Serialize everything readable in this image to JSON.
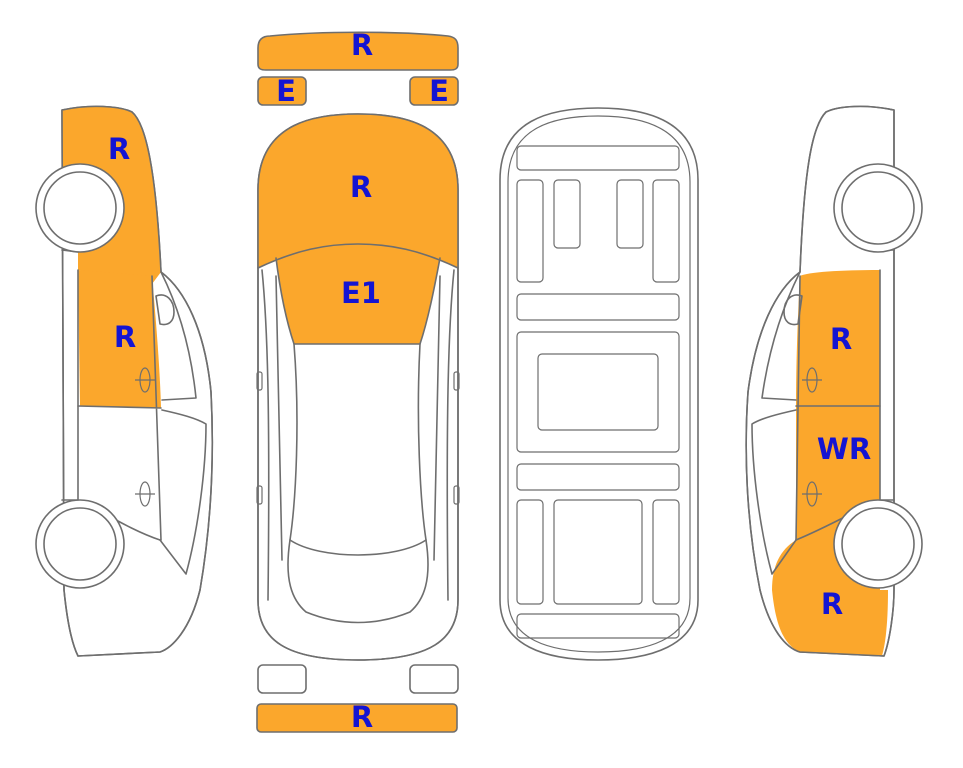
{
  "colors": {
    "damage_fill": "#fba72c",
    "label_text": "#1414d2",
    "outline": "#6e6e6e"
  },
  "labels": {
    "front_bumper": "R",
    "left_mirror": "E",
    "right_mirror": "E",
    "hood": "R",
    "windshield": "E1",
    "rear_bumper": "R",
    "left_front_fender": "R",
    "left_front_door": "R",
    "right_front_door": "R",
    "right_rear_door": "WR",
    "right_rear_quarter": "R"
  }
}
